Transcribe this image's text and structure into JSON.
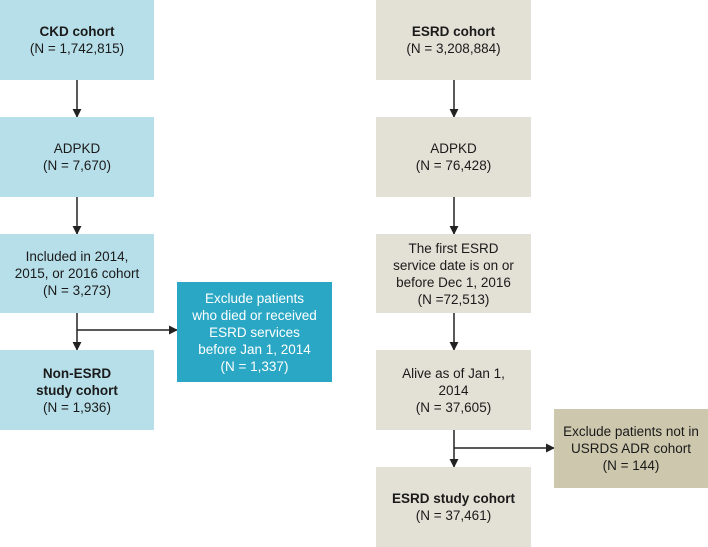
{
  "ckd": {
    "start": {
      "title": "CKD cohort",
      "n": "(N = 1,742,815)"
    },
    "adpkd": {
      "line1": "ADPKD",
      "n": "(N = 7,670)"
    },
    "included": {
      "line1": "Included in 2014,",
      "line2": "2015, or 2016 cohort",
      "n": "(N = 3,273)"
    },
    "exclude": {
      "line1": "Exclude patients",
      "line2": "who died or received",
      "line3": "ESRD services",
      "line4": "before Jan 1, 2014",
      "n": "(N = 1,337)"
    },
    "final": {
      "line1": "Non-ESRD",
      "line2": "study cohort",
      "n": "(N = 1,936)"
    }
  },
  "esrd": {
    "start": {
      "title": "ESRD cohort",
      "n": "(N = 3,208,884)"
    },
    "adpkd": {
      "line1": "ADPKD",
      "n": "(N = 76,428)"
    },
    "first_service": {
      "line1": "The first ESRD",
      "line2": "service date is on or",
      "line3": "before Dec 1, 2016",
      "n": "(N =72,513)"
    },
    "alive": {
      "line1": "Alive as of Jan 1,",
      "line2": "2014",
      "n": "(N = 37,605)"
    },
    "exclude": {
      "line1": "Exclude patients not in",
      "line2": "USRDS ADR cohort",
      "n": "(N = 144)"
    },
    "final": {
      "line1": "ESRD study cohort",
      "n": "(N = 37,461)"
    }
  },
  "colors": {
    "ckd_box": "#b7dfe9",
    "ckd_exclude_box": "#2aa7c4",
    "esrd_box": "#e3e0d6",
    "esrd_exclude_box": "#cdc8ad",
    "arrow": "#222222"
  }
}
